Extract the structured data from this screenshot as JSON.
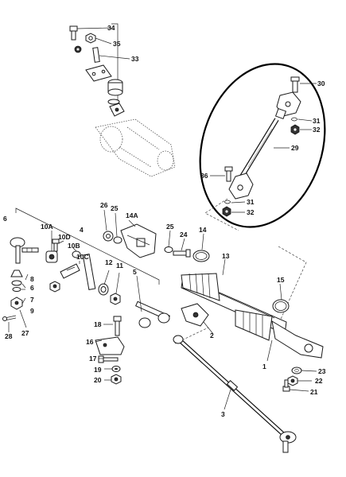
{
  "callouts": [
    {
      "id": "c34",
      "text": "34"
    },
    {
      "id": "c35",
      "text": "35"
    },
    {
      "id": "c33",
      "text": "33"
    },
    {
      "id": "c30",
      "text": "30"
    },
    {
      "id": "c31a",
      "text": "31"
    },
    {
      "id": "c32a",
      "text": "32"
    },
    {
      "id": "c29",
      "text": "29"
    },
    {
      "id": "c36",
      "text": "36"
    },
    {
      "id": "c31b",
      "text": "31"
    },
    {
      "id": "c32b",
      "text": "32"
    },
    {
      "id": "c6a",
      "text": "6"
    },
    {
      "id": "c4",
      "text": "4"
    },
    {
      "id": "c26",
      "text": "26"
    },
    {
      "id": "c25a",
      "text": "25"
    },
    {
      "id": "c14A",
      "text": "14A"
    },
    {
      "id": "c25b",
      "text": "25"
    },
    {
      "id": "c24",
      "text": "24"
    },
    {
      "id": "c14",
      "text": "14"
    },
    {
      "id": "c10A",
      "text": "10A"
    },
    {
      "id": "c10D",
      "text": "10D"
    },
    {
      "id": "c10B",
      "text": "10B"
    },
    {
      "id": "c10C",
      "text": "10C"
    },
    {
      "id": "c12",
      "text": "12"
    },
    {
      "id": "c11",
      "text": "11"
    },
    {
      "id": "c5",
      "text": "5"
    },
    {
      "id": "c13",
      "text": "13"
    },
    {
      "id": "c15",
      "text": "15"
    },
    {
      "id": "c8",
      "text": "8"
    },
    {
      "id": "c6b",
      "text": "6"
    },
    {
      "id": "c7",
      "text": "7"
    },
    {
      "id": "c9",
      "text": "9"
    },
    {
      "id": "c27",
      "text": "27"
    },
    {
      "id": "c28",
      "text": "28"
    },
    {
      "id": "c18",
      "text": "18"
    },
    {
      "id": "c16",
      "text": "16"
    },
    {
      "id": "c17",
      "text": "17"
    },
    {
      "id": "c19",
      "text": "19"
    },
    {
      "id": "c20",
      "text": "20"
    },
    {
      "id": "c2",
      "text": "2"
    },
    {
      "id": "c1",
      "text": "1"
    },
    {
      "id": "c23",
      "text": "23"
    },
    {
      "id": "c22",
      "text": "22"
    },
    {
      "id": "c21",
      "text": "21"
    },
    {
      "id": "c3",
      "text": "3"
    }
  ],
  "highlight": {
    "color": "#000000"
  }
}
